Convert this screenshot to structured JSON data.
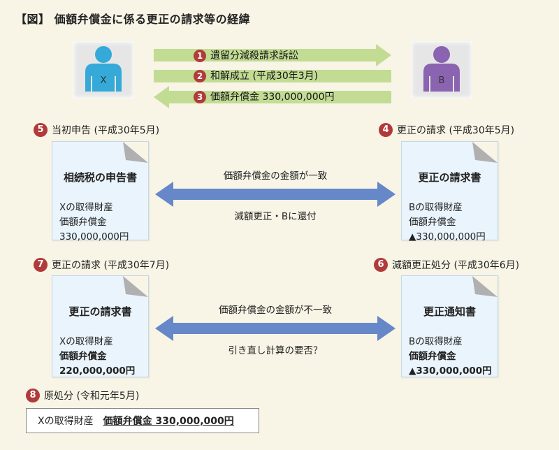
{
  "title": "【図】 価額弁償金に係る更正の請求等の経緯",
  "persons": {
    "x": {
      "label": "X",
      "color": "#35a9d8"
    },
    "b": {
      "label": "B",
      "color": "#8a64b0"
    }
  },
  "arrows": [
    {
      "num": "1",
      "text": "遺留分減殺請求訴訟",
      "direction": "right"
    },
    {
      "num": "2",
      "text": "和解成立 (平成30年3月)",
      "direction": "right"
    },
    {
      "num": "3",
      "text": "価額弁償金 330,000,000円",
      "direction": "left"
    }
  ],
  "steps": {
    "s5": {
      "num": "5",
      "text": "当初申告 (平成30年5月)"
    },
    "s4": {
      "num": "4",
      "text": "更正の請求 (平成30年5月)"
    },
    "s7": {
      "num": "7",
      "text": "更正の請求 (平成30年7月)"
    },
    "s6": {
      "num": "6",
      "text": "減額更正処分 (平成30年6月)"
    },
    "s8": {
      "num": "8",
      "text": "原処分 (令和元年5月)"
    }
  },
  "docs": {
    "d5": {
      "title": "相続税の申告書",
      "line1": "Xの取得財産",
      "line2": "価額弁償金",
      "line3": "330,000,000円"
    },
    "d4": {
      "title": "更正の請求書",
      "line1": "Bの取得財産",
      "line2": "価額弁償金",
      "line3": "▲330,000,000円"
    },
    "d7": {
      "title": "更正の請求書",
      "line1": "Xの取得財産",
      "line2": "価額弁償金",
      "line3": "220,000,000円"
    },
    "d6": {
      "title": "更正通知書",
      "line1": "Bの取得財産",
      "line2": "価額弁償金",
      "line3": "▲330,000,000円"
    }
  },
  "links": {
    "upper_top": "価額弁償金の金額が一致",
    "upper_bottom": "減額更正・Bに還付",
    "lower_top": "価額弁償金の金額が不一致",
    "lower_bottom": "引き直し計算の要否？"
  },
  "final": {
    "prefix": "Xの取得財産",
    "value": "価額弁償金 330,000,000円"
  },
  "colors": {
    "green_arrow": "#c2dc94",
    "blue_arrow": "#6688c8",
    "badge": "#b13a3a",
    "doc_bg": "#eaf4fc"
  }
}
